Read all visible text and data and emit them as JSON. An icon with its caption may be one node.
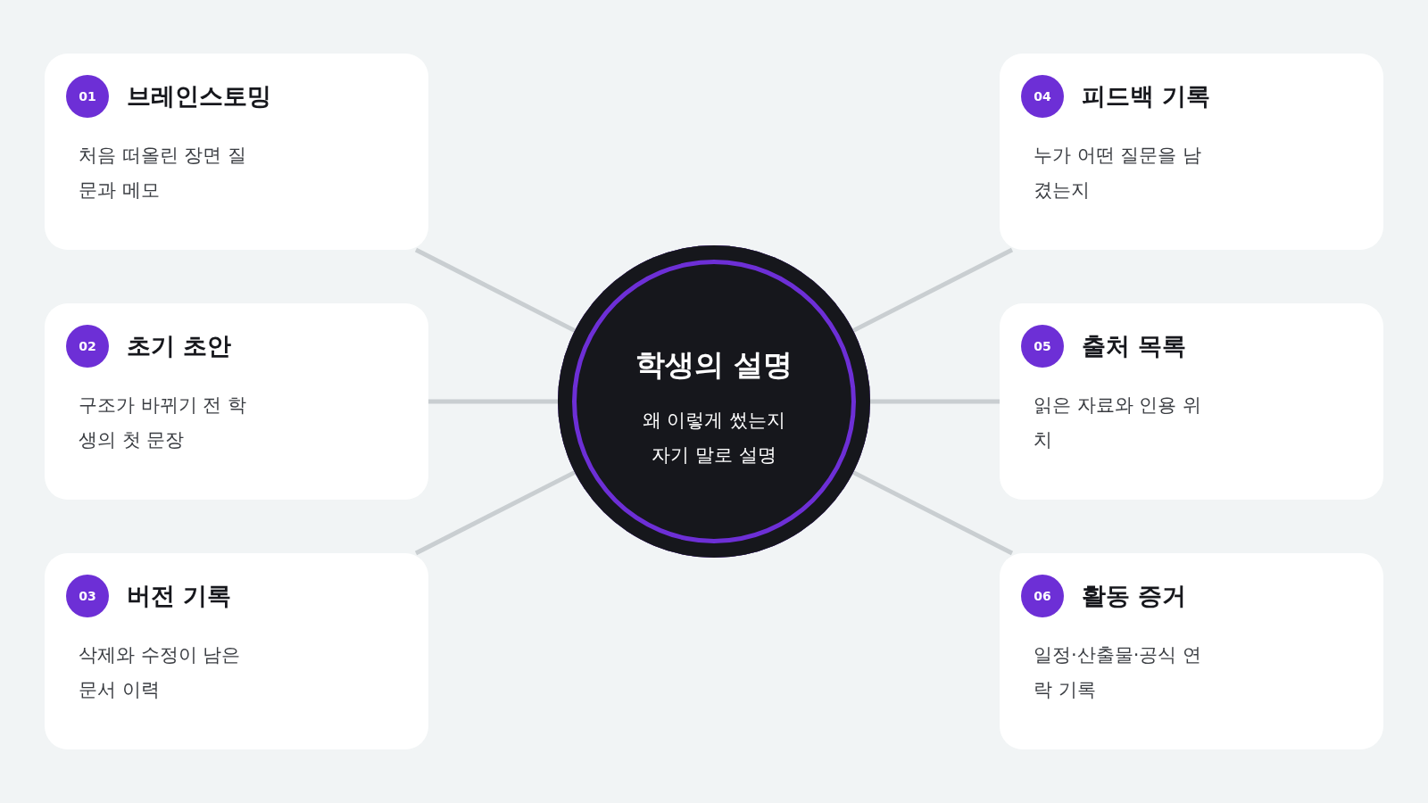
{
  "diagram": {
    "nodes": [
      {
        "text": [
          "학생의 설명",
          "왜 이렇게 썼는지 자기 말로 설명"
        ]
      },
      {
        "text": [
          "01",
          "브레인스토밍",
          "처음 떠올린 장면 질문과 메모"
        ]
      },
      {
        "text": [
          "02",
          "초기 초안",
          "구조가 바뀌기 전 학생의 첫 문장"
        ]
      },
      {
        "text": [
          "03",
          "버전 기록",
          "삭제와 수정이 남은 문서 이력"
        ]
      },
      {
        "text": [
          "04",
          "피드백 기록",
          "누가 어떤 질문을 남겼는지"
        ]
      },
      {
        "text": [
          "05",
          "출처 목록",
          "읽은 자료와 인용 위치"
        ]
      },
      {
        "text": [
          "06",
          "활동 증거",
          "일정·산출물·공식 연락 기록"
        ]
      }
    ],
    "edges": [
      {
        "from": 0,
        "to": 1,
        "arrow": "none"
      },
      {
        "from": 0,
        "to": 2,
        "arrow": "none"
      },
      {
        "from": 0,
        "to": 3,
        "arrow": "none"
      },
      {
        "from": 0,
        "to": 4,
        "arrow": "none"
      },
      {
        "from": 0,
        "to": 5,
        "arrow": "none"
      },
      {
        "from": 0,
        "to": 6,
        "arrow": "none"
      }
    ]
  }
}
